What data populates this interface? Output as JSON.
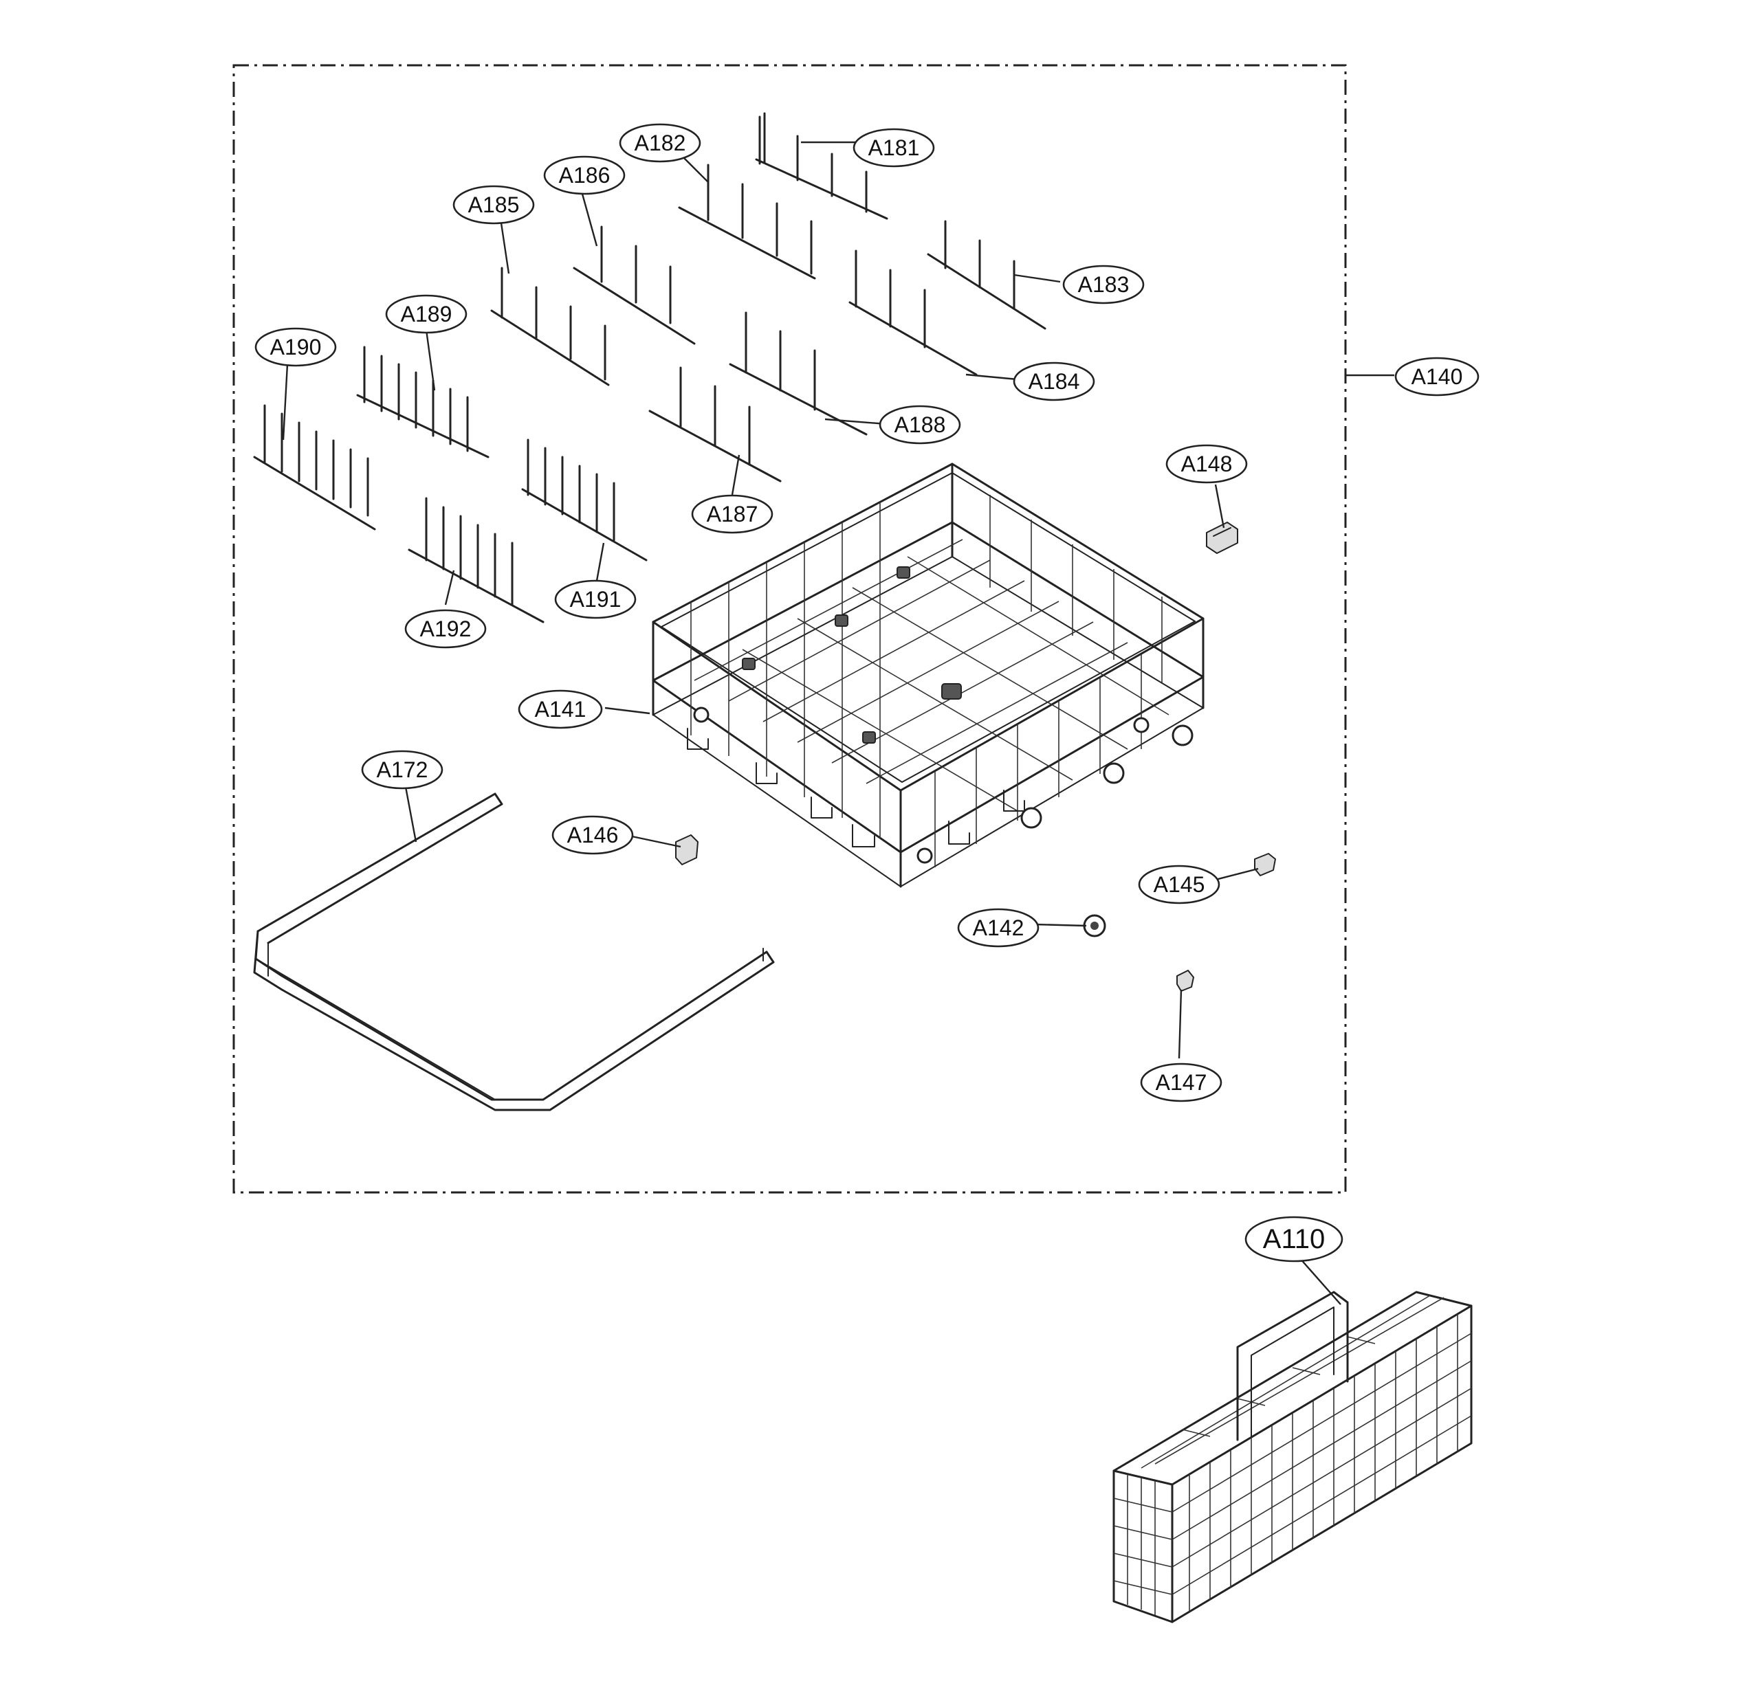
{
  "callouts": {
    "a110": "A110",
    "a140": "A140",
    "a141": "A141",
    "a142": "A142",
    "a145": "A145",
    "a146": "A146",
    "a147": "A147",
    "a148": "A148",
    "a172": "A172",
    "a181": "A181",
    "a182": "A182",
    "a183": "A183",
    "a184": "A184",
    "a185": "A185",
    "a186": "A186",
    "a187": "A187",
    "a188": "A188",
    "a189": "A189",
    "a190": "A190",
    "a191": "A191",
    "a192": "A192"
  }
}
